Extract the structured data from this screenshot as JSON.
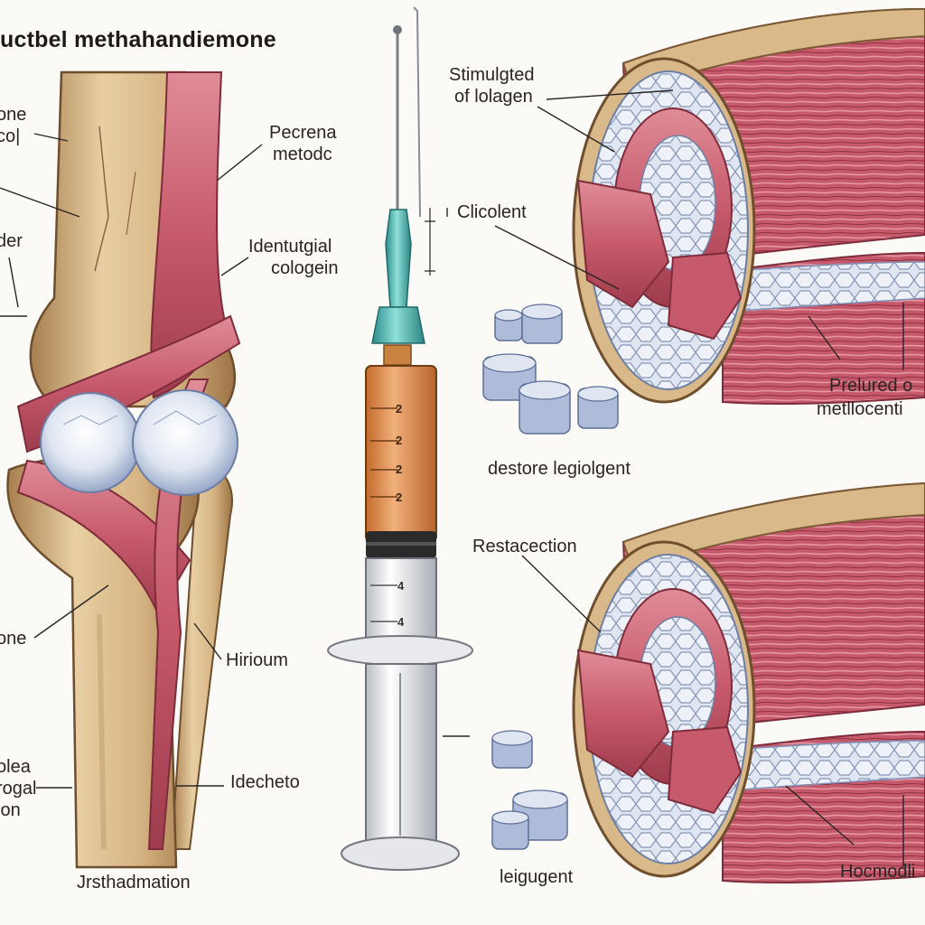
{
  "title": "uctbel methahandiemone",
  "colors": {
    "bone": "#d9b98a",
    "bone_dark": "#a77e4f",
    "muscle": "#c65a6c",
    "muscle_light": "#e08c98",
    "cartilage": "#dfe6f2",
    "cartilage_dark": "#7e90b5",
    "syringe_fluid": "#e89a5c",
    "needle_hub": "#49b3b0",
    "ink": "#2a2523"
  },
  "icons": [
    "syringe-icon",
    "needle-icon",
    "knee-joint-illustration",
    "tendon-cross-section-illustration",
    "collagen-cube-icon"
  ],
  "labels": {
    "left_top_1": "one",
    "left_top_2": "co|",
    "left_mid": "der",
    "left_bottom": "one",
    "left_lower_1": "olea",
    "left_lower_2": "rogal",
    "left_lower_3": "ion",
    "pecrena_1": "Pecrena",
    "pecrena_2": "metodc",
    "identutgial_1": "Identutgial",
    "identutgial_2": "cologein",
    "hirioum": "Hirioum",
    "idecheto": "Idecheto",
    "jrsthadmation": "Jrsthadmation",
    "stimulgted_1": "Stimulgted",
    "stimulgted_2": "of lolagen",
    "clicolent": "Clicolent",
    "destore": "destore legiolgent",
    "prelured_1": "Prelured o",
    "prelured_2": "metllocenti",
    "restacection": "Restacection",
    "leigugent": "leigugent",
    "hocmodli": "Hocmodli"
  },
  "syringe": {
    "scale_marks": [
      "2",
      "2",
      "2",
      "2"
    ],
    "barrel_marks": [
      "4",
      "4"
    ]
  }
}
